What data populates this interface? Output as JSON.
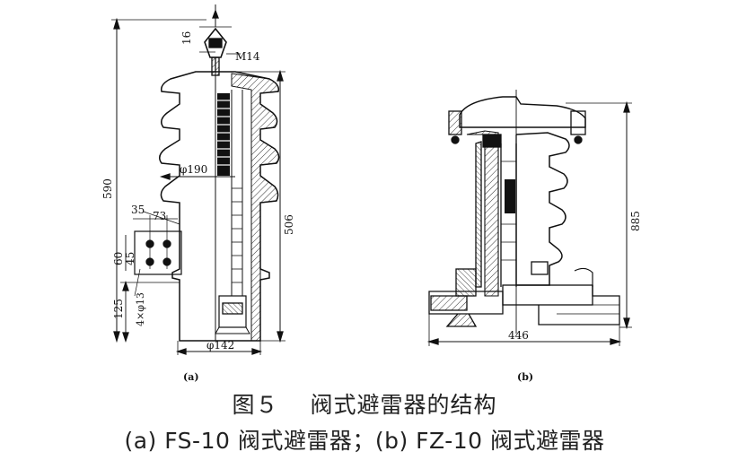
{
  "figure": {
    "dimensions_a": {
      "d16": "16",
      "m14": "M14",
      "d590": "590",
      "d506": "506",
      "phi190": "φ190",
      "d35": "35",
      "d73": "73",
      "d60": "60",
      "d45": "45",
      "d125": "125",
      "holes": "4×φ13",
      "phi142": "φ142"
    },
    "dimensions_b": {
      "d885": "885",
      "d446": "446"
    },
    "label_a": "(a)",
    "label_b": "(b)"
  },
  "caption": {
    "title": "图５　 阀式避雷器的结构",
    "subtitle": "(a)  FS-10 阀式避雷器；(b)  FZ-10 阀式避雷器"
  }
}
